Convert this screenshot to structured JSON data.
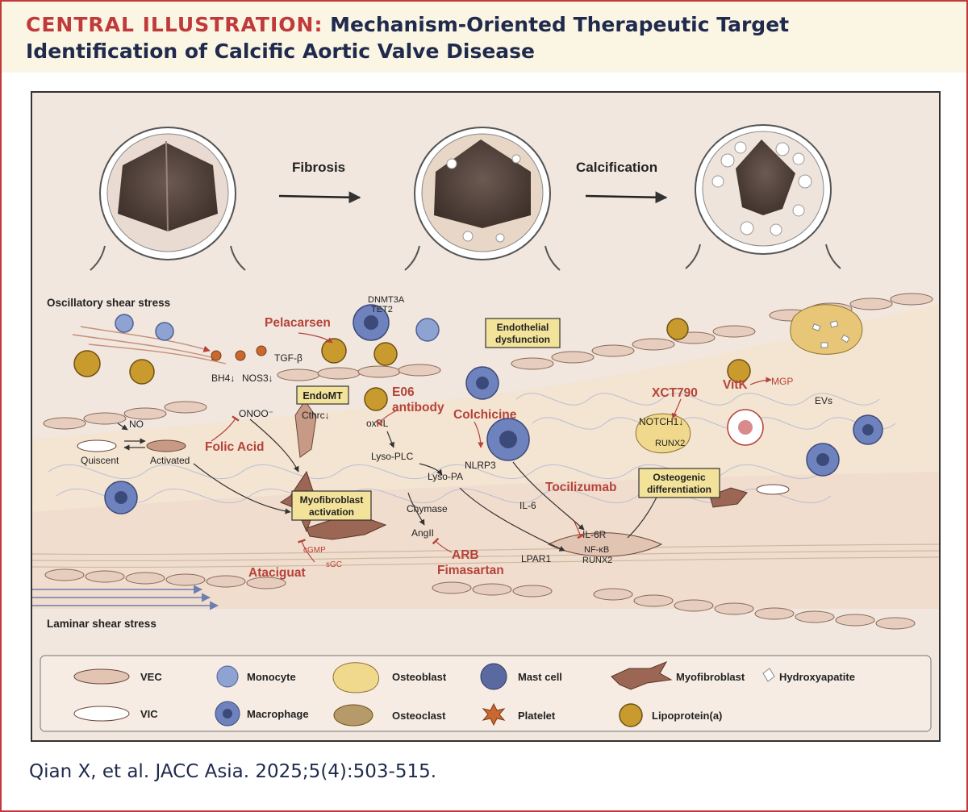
{
  "header": {
    "label": "CENTRAL ILLUSTRATION:",
    "title": "Mechanism-Oriented Therapeutic Target Identification of Calcific Aortic Valve Disease"
  },
  "stages": {
    "fibrosis": "Fibrosis",
    "calcification": "Calcification"
  },
  "flow": {
    "oscillatory": "Oscillatory shear stress",
    "laminar": "Laminar shear stress"
  },
  "molecules": {
    "tgfb": "TGF-β",
    "bh4": "BH4↓",
    "nos3": "NOS3↓",
    "onoo": "ONOO⁻",
    "no": "NO",
    "quiscent": "Quiscent",
    "activated": "Activated",
    "cthrc": "Cthrc↓",
    "dnmt3a": "DNMT3A",
    "tet2": "TET2",
    "oxpl": "oxPL",
    "lysoplc": "Lyso-PLC",
    "lysopa": "Lyso-PA",
    "chymase": "Chymase",
    "angii": "AngII",
    "nlrp3": "NLRP3",
    "il6": "IL-6",
    "il6r": "IL-6R",
    "nfkb": "NF-κB",
    "runx2_center": "RUNX2",
    "lpar1": "LPAR1",
    "cgmp": "cGMP",
    "sgc": "sGC",
    "notch1": "NOTCH1↓",
    "runx2": "RUNX2",
    "mgp": "MGP",
    "evs": "EVs"
  },
  "drugs": {
    "pelacarsen": "Pelacarsen",
    "e06_line1": "E06",
    "e06_line2": "antibody",
    "colchicine": "Colchicine",
    "folic_acid": "Folic Acid",
    "tocilizumab": "Tocilizumab",
    "arb_line1": "ARB",
    "arb_line2": "Fimasartan",
    "ataciguat": "Ataciguat",
    "xct790": "XCT790",
    "vitk": "VitK"
  },
  "boxes": {
    "endothelial_line1": "Endothelial",
    "endothelial_line2": "dysfunction",
    "endomt": "EndoMT",
    "myofibroblast_line1": "Myofibroblast",
    "myofibroblast_line2": "activation",
    "osteogenic_line1": "Osteogenic",
    "osteogenic_line2": "differentiation"
  },
  "legend": {
    "vec": "VEC",
    "vic": "VIC",
    "monocyte": "Monocyte",
    "macrophage": "Macrophage",
    "osteoblast": "Osteoblast",
    "osteoclast": "Osteoclast",
    "mast_cell": "Mast cell",
    "platelet": "Platelet",
    "myofibroblast": "Myofibroblast",
    "hydroxyapatite": "Hydroxyapatite",
    "lipoprotein": "Lipoprotein(a)"
  },
  "citation": "Qian X, et al. JACC Asia. 2025;5(4):503-515.",
  "colors": {
    "brand_red": "#c0393b",
    "title_navy": "#1f2a4d",
    "drug_red": "#b5433a",
    "box_fill": "#f3e39a",
    "panel_bg": "#f1e7de"
  }
}
